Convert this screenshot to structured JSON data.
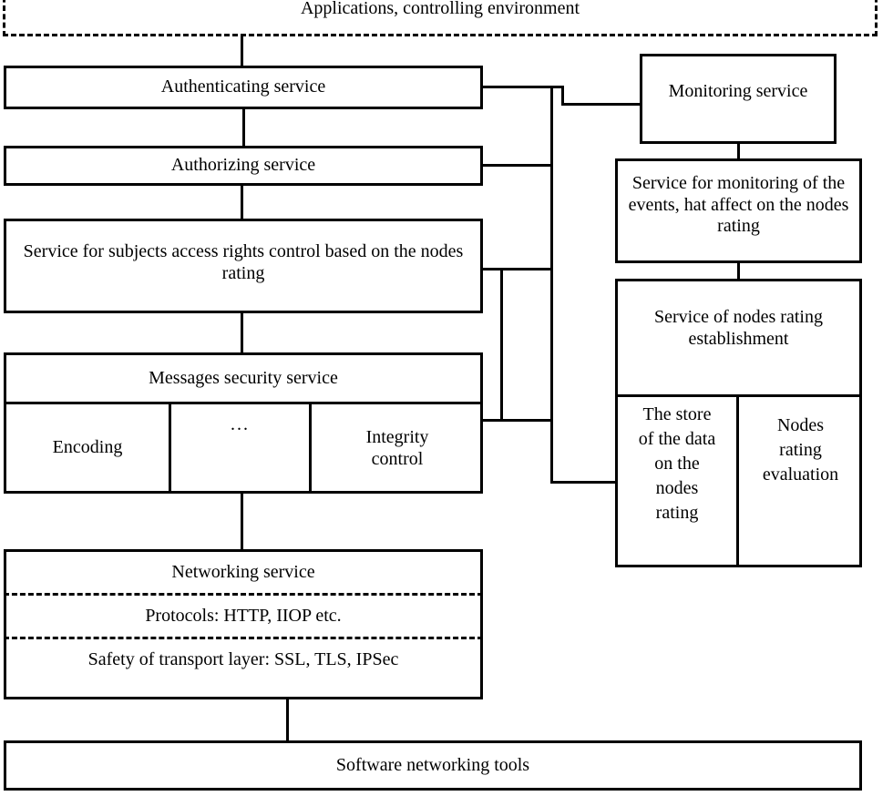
{
  "diagram": {
    "title_box": {
      "label": "Applications, controlling environment"
    },
    "left_column": {
      "authenticating": {
        "label": "Authenticating service"
      },
      "authorizing": {
        "label": "Authorizing service"
      },
      "access_rights": {
        "label": "Service for subjects access rights control based on the nodes rating"
      },
      "messages_security": {
        "label": "Messages security service",
        "sub_boxes": [
          {
            "label": "Encoding"
          },
          {
            "label": "..."
          },
          {
            "label": "Integrity control"
          }
        ]
      },
      "networking": {
        "label": "Networking service",
        "rows": [
          {
            "label": "Protocols: HTTP, IIOP etc."
          },
          {
            "label": "Safety of transport layer: SSL, TLS, IPSec"
          }
        ]
      }
    },
    "right_column": {
      "monitoring": {
        "label": "Monitoring service"
      },
      "events_monitoring": {
        "label": "Service for monitoring of the events, hat affect on the nodes rating"
      },
      "nodes_rating": {
        "label": "Service of nodes rating establishment",
        "sub_boxes": [
          {
            "label": "The store of the data on the nodes rating"
          },
          {
            "label": "Nodes rating evaluation"
          }
        ]
      }
    },
    "footer_box": {
      "label": "Software networking tools"
    },
    "colors": {
      "stroke": "#000000",
      "fill": "#ffffff",
      "text": "#000000"
    }
  }
}
